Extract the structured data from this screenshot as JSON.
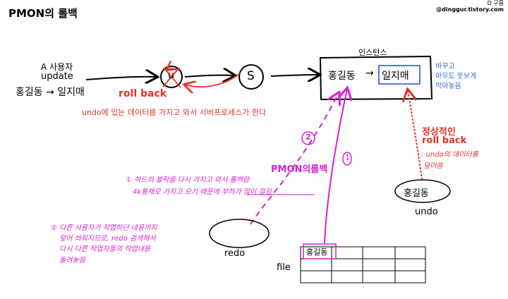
{
  "title": "PMON의 롤백",
  "watermark": {
    "line1": "D 구름",
    "line2": "@dinggur.tistory.com"
  },
  "top_left": {
    "user": "A 사용자",
    "action": "update",
    "change_from": "홍길동",
    "arrow": "→",
    "change_to": "일지매"
  },
  "circle_u": "u",
  "circle_s": "S",
  "rollback_red": "roll back",
  "undo_note": "undo에 있는 데이터를 가지고 와서 서버프로세스가 한다",
  "instance": {
    "label": "인스턴스",
    "from": "홍길동",
    "arrow": "→",
    "to": "일지매"
  },
  "side_note": [
    "바꾸고",
    "아무도 못보게",
    "막아놓음"
  ],
  "normal_rollback": {
    "line1": "정상적인",
    "line2": "roll back",
    "line3": ": undo의 데이터를",
    "line4": "덮어씀"
  },
  "marker_1": "1",
  "marker_2": "2",
  "pmon_rollback": "PMON의롤백",
  "note1": {
    "line1": "① 하드의 블락을 다시 가지고 와서 롤백함",
    "line2": "4k통채로 가지고 오기 때문에 부하가 많이 걸림"
  },
  "note2": {
    "line1": "② 다른 사용자가 작업하던 내용까지",
    "line2": "덮어 씌워지므로, redo 검색해서",
    "line3": "다시 다른 작업자들의 작업내용",
    "line4": "돌려놓음"
  },
  "undo_box": {
    "value": "홍길동",
    "label": "undo"
  },
  "redo_label": "redo",
  "file_label": "file",
  "file_cell": "홍길동",
  "colors": {
    "red": "#e8302a",
    "magenta": "#d81fd6",
    "blue": "#3a6fd0",
    "black": "#000000"
  }
}
